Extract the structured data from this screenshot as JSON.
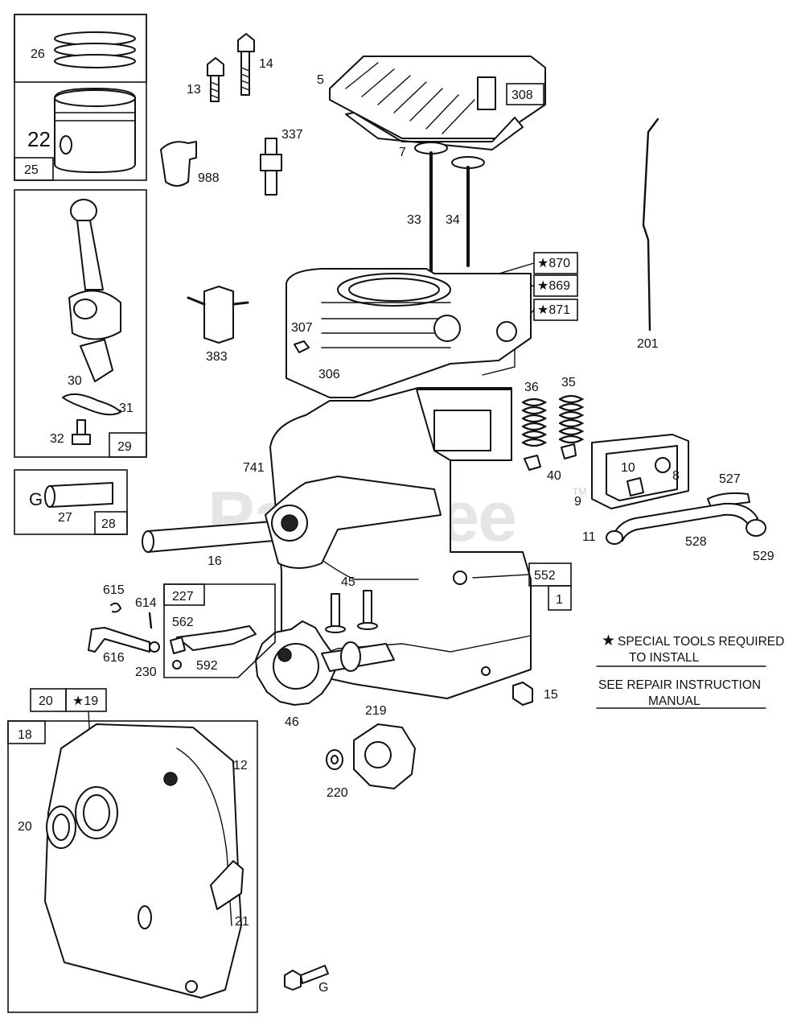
{
  "watermark": {
    "text": "PartsTree",
    "tm": "TM"
  },
  "notes": {
    "special_tools": "SPECIAL TOOLS REQUIRED",
    "to_install": "TO INSTALL",
    "see_repair": "SEE REPAIR INSTRUCTION",
    "manual": "MANUAL",
    "star": "★"
  },
  "callouts": [
    "26",
    "25",
    "13",
    "14",
    "5",
    "308",
    "7",
    "988",
    "337",
    "33",
    "34",
    "201",
    "★870",
    "★869",
    "★871",
    "307",
    "383",
    "30",
    "31",
    "32",
    "29",
    "306",
    "36",
    "35",
    "741",
    "40",
    "10",
    "8",
    "527",
    "9",
    "G",
    "27",
    "28",
    "16",
    "11",
    "528",
    "529",
    "552",
    "1",
    "615",
    "614",
    "227",
    "45",
    "562",
    "616",
    "230",
    "592",
    "15",
    "20",
    "★19",
    "18",
    "12",
    "46",
    "219",
    "220",
    "21",
    "22",
    "G"
  ],
  "boxed_groups": [
    {
      "id": "25",
      "label": "25"
    },
    {
      "id": "29",
      "label": "29"
    },
    {
      "id": "28",
      "label": "28"
    },
    {
      "id": "227",
      "label": "227"
    },
    {
      "id": "18",
      "label": "18"
    }
  ]
}
